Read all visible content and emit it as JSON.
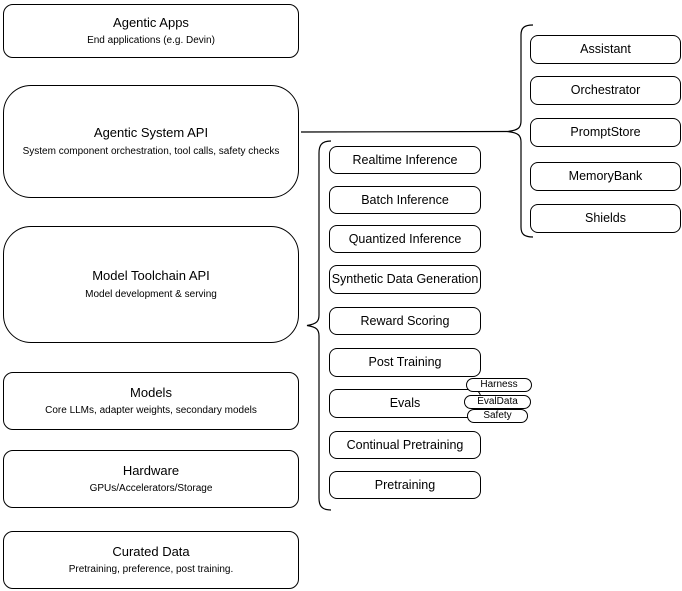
{
  "diagram": {
    "left_stack": [
      {
        "title": "Agentic Apps",
        "subtitle": "End applications (e.g. Devin)"
      },
      {
        "title": "Agentic System API",
        "subtitle": "System component orchestration, tool calls, safety checks"
      },
      {
        "title": "Model Toolchain API",
        "subtitle": "Model development & serving"
      },
      {
        "title": "Models",
        "subtitle": "Core LLMs, adapter weights, secondary models"
      },
      {
        "title": "Hardware",
        "subtitle": "GPUs/Accelerators/Storage"
      },
      {
        "title": "Curated Data",
        "subtitle": "Pretraining, preference, post training."
      }
    ],
    "toolchain_stack": [
      "Realtime Inference",
      "Batch Inference",
      "Quantized Inference",
      "Synthetic Data Generation",
      "Reward Scoring",
      "Post Training",
      "Evals",
      "Continual Pretraining",
      "Pretraining"
    ],
    "evals_tags": [
      "Harness",
      "EvalData",
      "Safety"
    ],
    "system_stack": [
      "Assistant",
      "Orchestrator",
      "PromptStore",
      "MemoryBank",
      "Shields"
    ],
    "colors": {
      "stroke": "#000000",
      "fill": "#ffffff",
      "background": "#ffffff",
      "text": "#000000"
    }
  }
}
